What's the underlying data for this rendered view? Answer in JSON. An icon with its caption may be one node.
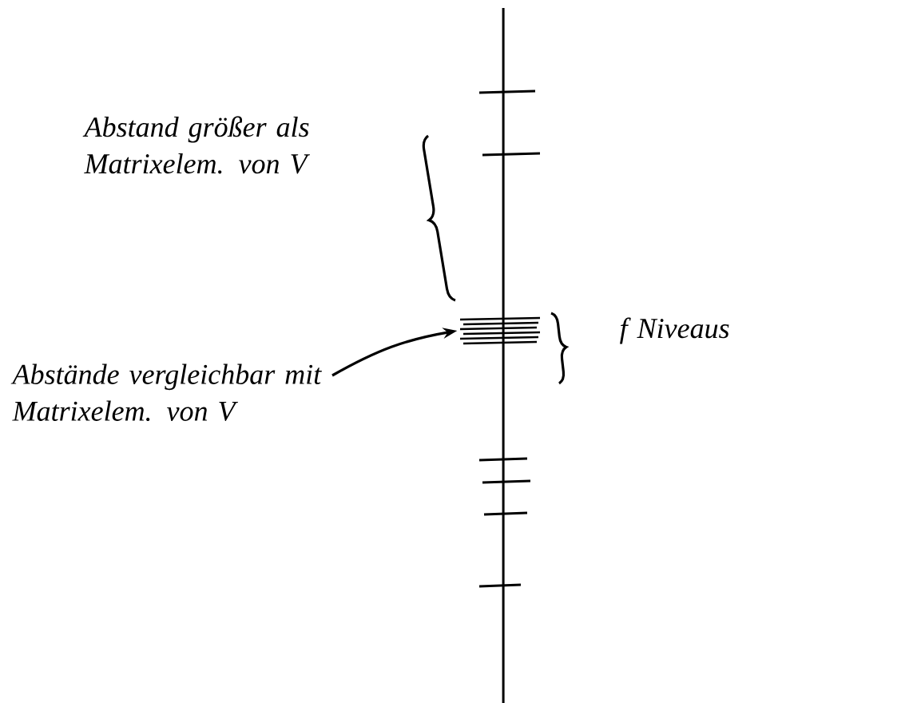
{
  "diagram": {
    "nodes": [
      {
        "text": [
          "Abstände vergleichbar mit Matrixelem. von V"
        ]
      },
      {
        "text": [],
        "shape": "bar"
      }
    ],
    "edges": [
      {
        "from": 0,
        "to": 1,
        "arrow": "to"
      }
    ],
    "labels": [
      "Abstand größer als Matrixelem. von V",
      "f Niveaus"
    ]
  }
}
